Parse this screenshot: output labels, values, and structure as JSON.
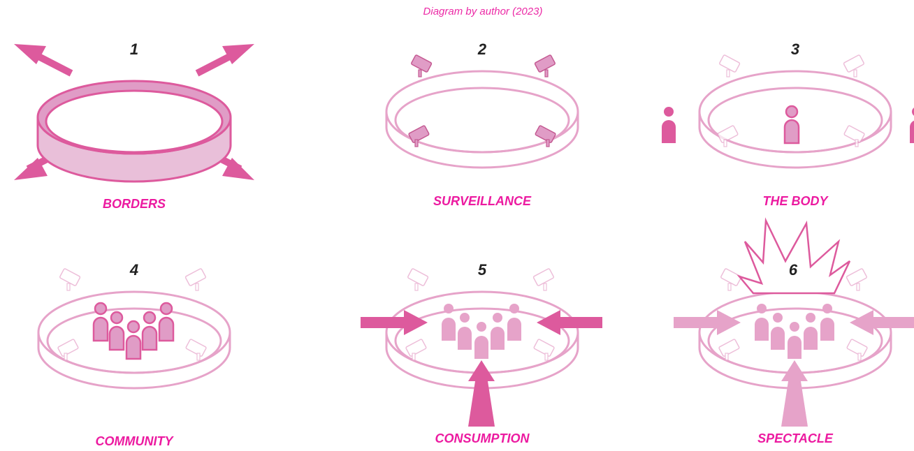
{
  "credit": "Diagram by author (2023)",
  "colors": {
    "accent": "#ec1aa0",
    "deep": "#dd5a9d",
    "mid": "#e09cc6",
    "light": "#e6a3c9",
    "faint": "#e9bfd9"
  },
  "panels": [
    {
      "number": "1",
      "title": "BORDERS"
    },
    {
      "number": "2",
      "title": "SURVEILLANCE"
    },
    {
      "number": "3",
      "title": "THE BODY"
    },
    {
      "number": "4",
      "title": "COMMUNITY"
    },
    {
      "number": "5",
      "title": "CONSUMPTION"
    },
    {
      "number": "6",
      "title": "SPECTACLE"
    }
  ],
  "icons": {
    "camera": "cctv-camera-icon",
    "person": "person-icon",
    "arrow": "arrow-icon",
    "burst": "starburst-icon"
  }
}
